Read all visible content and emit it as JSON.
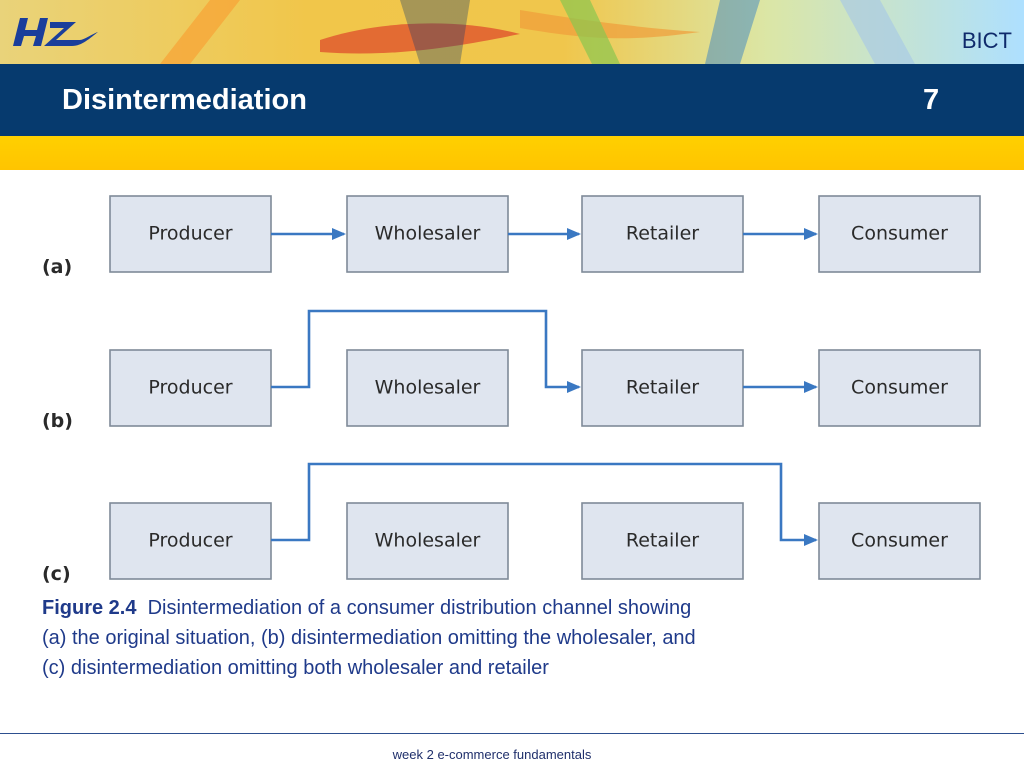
{
  "header": {
    "brand": "BICT",
    "title": "Disintermediation",
    "slide_number": "7",
    "logo_name": "hz-logo"
  },
  "diagram": {
    "panels": [
      {
        "label": "(a)",
        "nodes": [
          "Producer",
          "Wholesaler",
          "Retailer",
          "Consumer"
        ],
        "flows": [
          [
            "Producer",
            "Wholesaler"
          ],
          [
            "Wholesaler",
            "Retailer"
          ],
          [
            "Retailer",
            "Consumer"
          ]
        ]
      },
      {
        "label": "(b)",
        "nodes": [
          "Producer",
          "Wholesaler",
          "Retailer",
          "Consumer"
        ],
        "flows": [
          [
            "Producer",
            "Retailer"
          ],
          [
            "Retailer",
            "Consumer"
          ]
        ]
      },
      {
        "label": "(c)",
        "nodes": [
          "Producer",
          "Wholesaler",
          "Retailer",
          "Consumer"
        ],
        "flows": [
          [
            "Producer",
            "Consumer"
          ]
        ]
      }
    ],
    "colors": {
      "box_fill": "#dfe5ef",
      "box_stroke": "#7f8a98",
      "arrow": "#3a78c2"
    }
  },
  "caption": {
    "figure": "Figure 2.4",
    "line1": "Disintermediation of a consumer distribution channel showing",
    "line2": "(a) the original situation, (b) disintermediation omitting the wholesaler, and",
    "line3": "(c) disintermediation omitting both wholesaler and retailer"
  },
  "footer": {
    "text": "week 2 e-commerce fundamentals"
  }
}
